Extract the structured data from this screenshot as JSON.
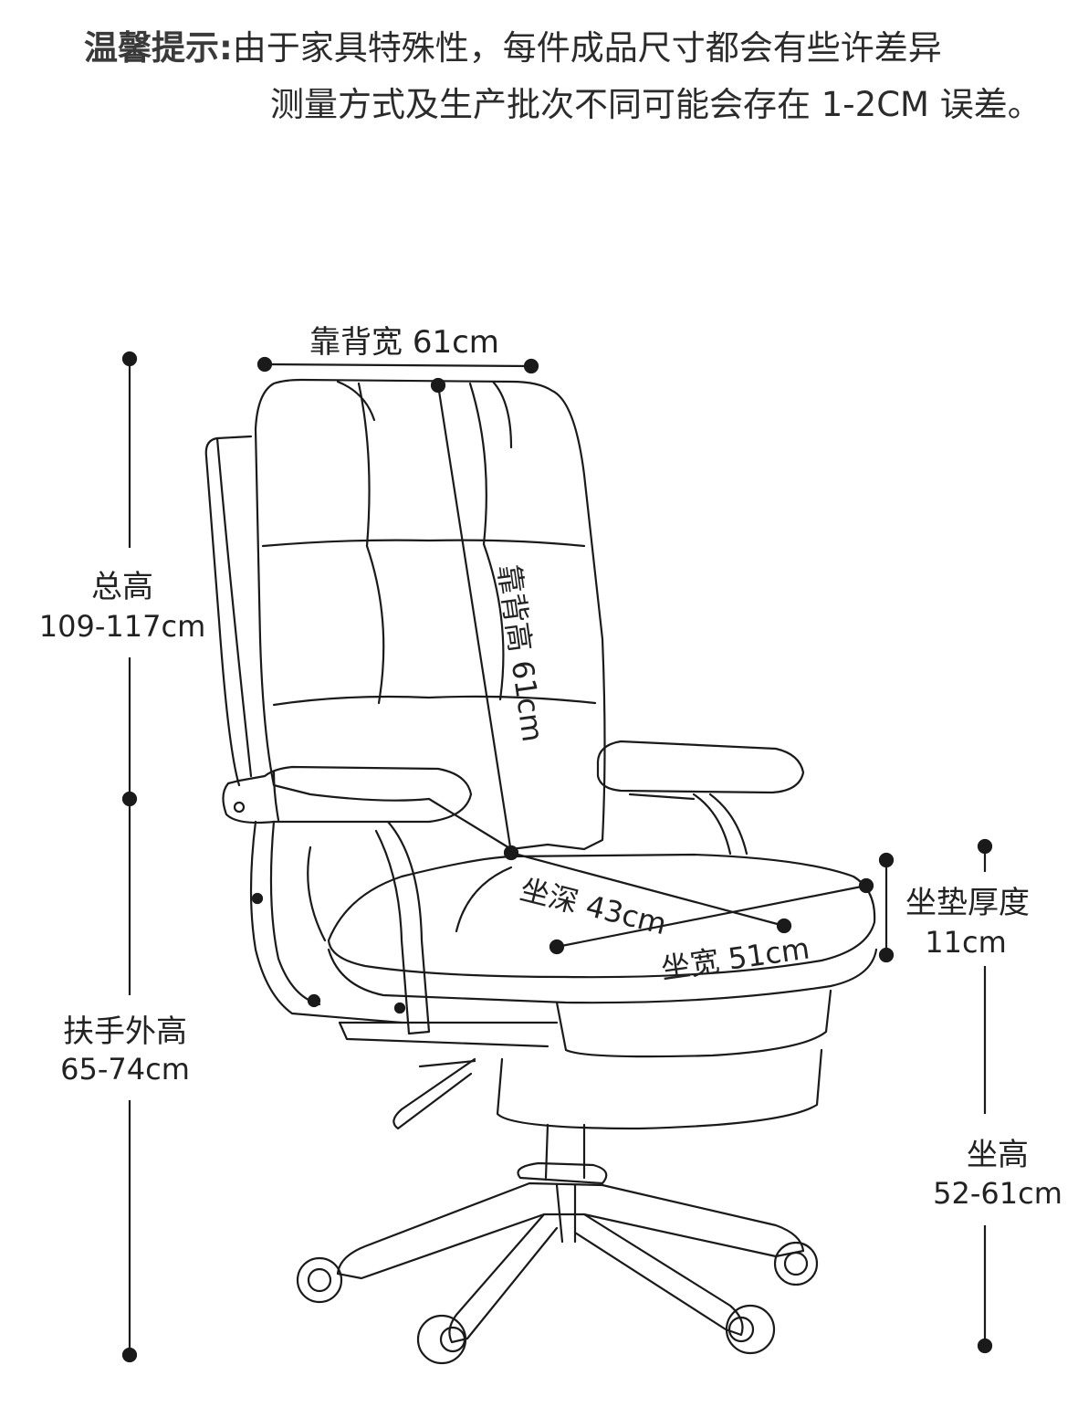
{
  "notice": {
    "title": "温馨提示:",
    "line1": "由于家具特殊性，每件成品尺寸都会有些许差异",
    "line2": "测量方式及生产批次不同可能会存在 1-2CM 误差。"
  },
  "dimensions": {
    "backrest_width": "靠背宽 61cm",
    "backrest_height": "靠背高 61cm",
    "total_height_label": "总高",
    "total_height_value": "109-117cm",
    "armrest_height_label": "扶手外高",
    "armrest_height_value": "65-74cm",
    "seat_depth": "坐深 43cm",
    "seat_width": "坐宽 51cm",
    "cushion_thickness_label": "坐垫厚度",
    "cushion_thickness_value": "11cm",
    "seat_height_label": "坐高",
    "seat_height_value": "52-61cm"
  },
  "colors": {
    "line": "#1a1a1a",
    "text": "#222222"
  }
}
